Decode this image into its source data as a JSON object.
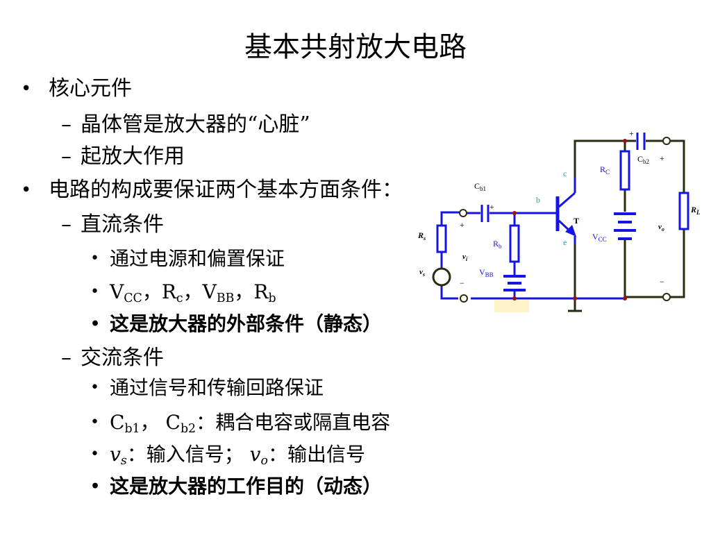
{
  "slide": {
    "title": "基本共射放大电路",
    "bullet_symbol": "•",
    "dash_symbol": "–",
    "items": [
      {
        "text": "核心元件"
      },
      {
        "text": "晶体管是放大器的“心脏”"
      },
      {
        "text": "起放大作用"
      },
      {
        "text": "电路的构成要保证两个基本方面条件："
      },
      {
        "text": "直流条件"
      },
      {
        "text": "通过电源和偏置保证"
      },
      {
        "text_parts": [
          "V",
          "CC",
          "，R",
          "c",
          "，V",
          "BB",
          "，R",
          "b"
        ]
      },
      {
        "text": "这是放大器的外部条件（静态）"
      },
      {
        "text": "交流条件"
      },
      {
        "text": "通过信号和传输回路保证"
      },
      {
        "text_parts": [
          "C",
          "b1",
          "， C",
          "b2",
          "：耦合电容或隔直电容"
        ]
      },
      {
        "text_parts": [
          "v",
          "s",
          "：输入信号； ",
          "v",
          "o",
          "：输出信号"
        ]
      },
      {
        "text": "这是放大器的工作目的（动态）"
      }
    ]
  },
  "circuit": {
    "labels": {
      "cb1_main": "C",
      "cb1_sub": "b1",
      "cb2_main": "C",
      "cb2_sub": "b2",
      "rc_main": "R",
      "rc_sub": "C",
      "rb_main": "R",
      "rb_sub": "b",
      "rs_main": "R",
      "rs_sub": "s",
      "rl_main": "R",
      "rl_sub": "L",
      "vcc_main": "V",
      "vcc_sub": "CC",
      "vbb_main": "V",
      "vbb_sub": "BB",
      "vi_main": "v",
      "vi_sub": "i",
      "vs_main": "v",
      "vs_sub": "s",
      "vo_main": "v",
      "vo_sub": "o",
      "node_c": "c",
      "node_b": "b",
      "node_e": "e",
      "transistor": "T",
      "plus": "+",
      "minus": "−"
    },
    "colors": {
      "wire_dark": "#2b2b10",
      "wire_blue": "#1414e6",
      "node_red": "#a01010",
      "node_label_cyan": "#20a0b0",
      "ground_highlight": "#fff4c8"
    }
  }
}
